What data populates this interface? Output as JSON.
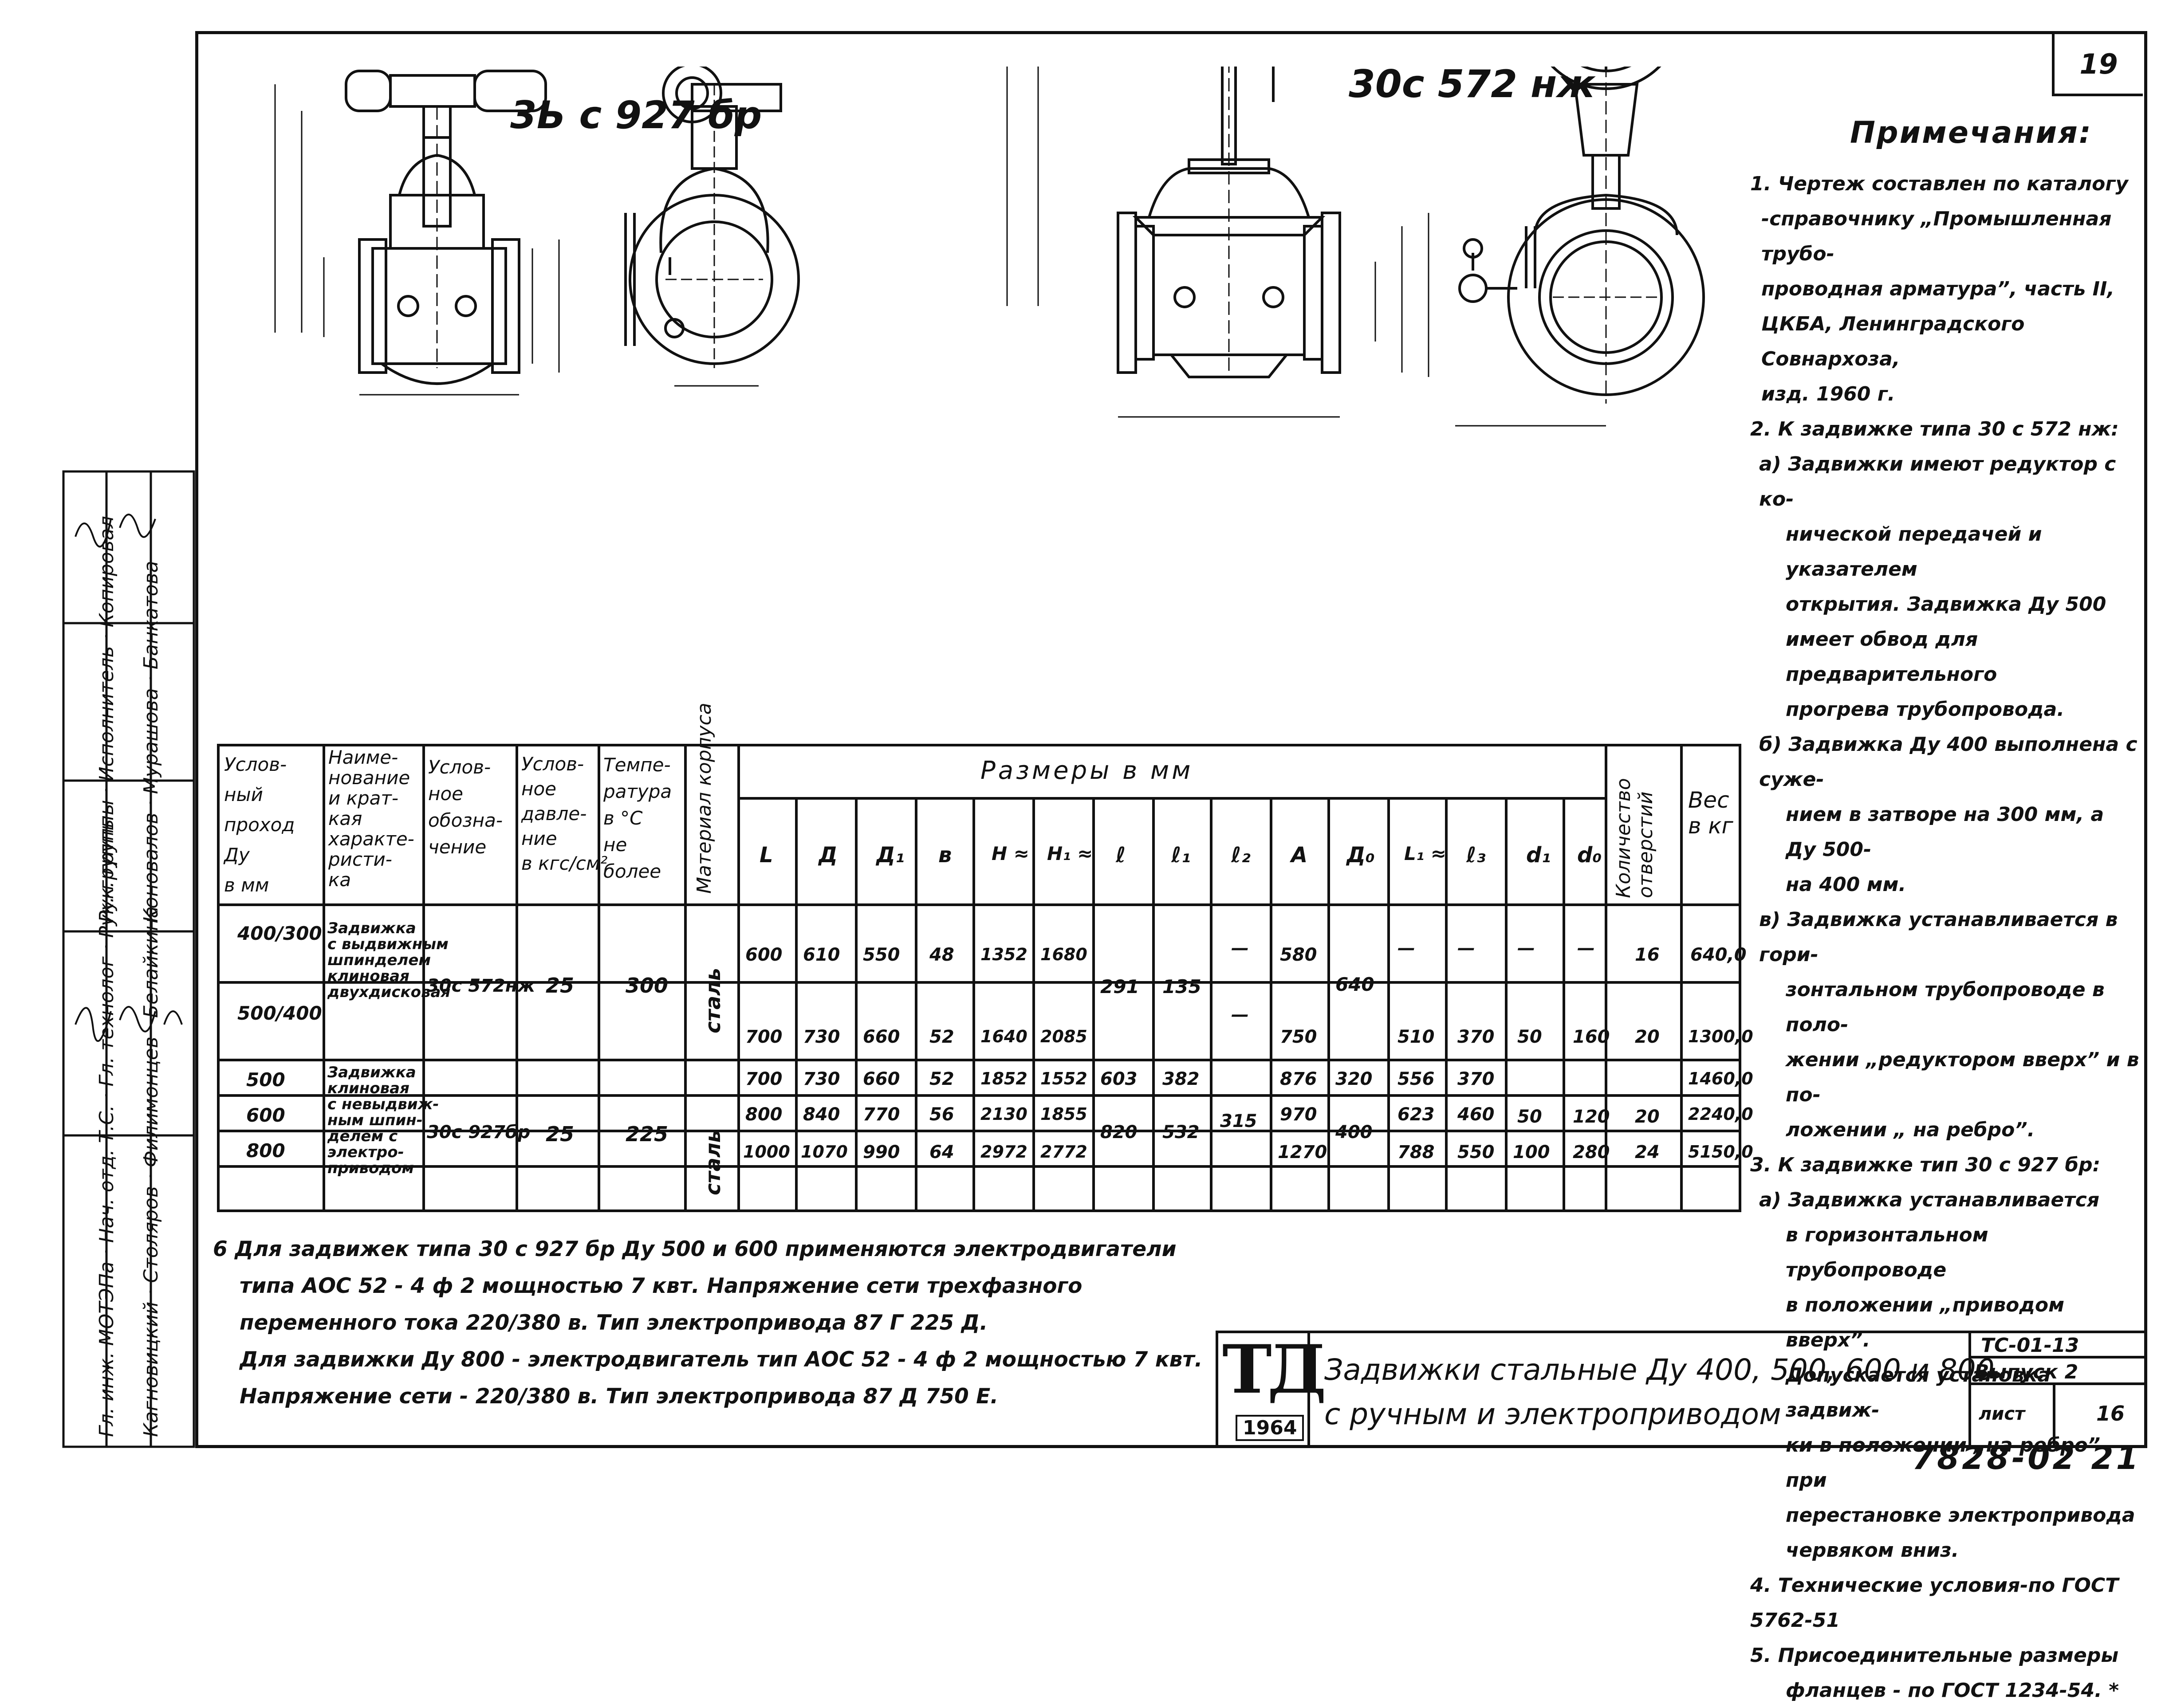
{
  "page_number": "19",
  "views": {
    "left_title": "3Ь с  927 бр",
    "right_title": "30с  572 нж"
  },
  "notes": {
    "heading": "Примечания:",
    "lines": [
      "1. Чертеж составлен по каталогу",
      "-справочнику „Промышленная трубо-",
      "проводная арматура”, часть II,",
      "ЦКБА, Ленинградского Совнархоза,",
      "изд. 1960 г.",
      "2. К задвижке типа 30 с 572 нж:",
      "а) Задвижки имеют редуктор с ко-",
      "нической передачей и указателем",
      "открытия. Задвижка Ду 500",
      "имеет обвод для предварительного",
      "прогрева трубопровода.",
      "б) Задвижка Ду 400 выполнена с суже-",
      "нием в затворе на 300 мм, а Ду 500-",
      "на 400 мм.",
      "в) Задвижка устанавливается в гори-",
      "зонтальном трубопроводе в поло-",
      "жении „редуктором вверх” и в по-",
      "ложении „ на ребро”.",
      "3. К задвижке тип 30 с 927 бр:",
      "а) Задвижка устанавливается",
      "в горизонтальном трубопроводе",
      "в положении „приводом вверх”.",
      "Допускается установка задвиж-",
      "ки в положении „на ребро” при",
      "перестановке электропривода",
      "червяком вниз.",
      "4. Технические условия-по ГОСТ 5762-51",
      "5. Присоединительные размеры",
      "фланцев - по ГОСТ 1234-54. *"
    ]
  },
  "table": {
    "headers": {
      "dy": "Услов-\nный\nпроход\nДу\nв мм",
      "name": "Наиме-\nнование\nи крат-\nкая\nхаракте-\nристи-\nка",
      "designation": "Услов-\nное\nобозна-\nчение",
      "pressure": "Услов-\nное\nдавле-\nние\nв кгс/см²",
      "temp": "Темпе-\nратура\nв °С\nне\nболее",
      "material": "Материал корпуса",
      "dims": "Размеры  в мм",
      "holes": "Количество отверстий",
      "weight": "Вес\nв кг"
    },
    "dim_cols": [
      "L",
      "Д",
      "Д₁",
      "в",
      "H ≈",
      "H₁ ≈",
      "ℓ",
      "ℓ₁",
      "ℓ₂",
      "A",
      "Д₀",
      "L₁ ≈",
      "ℓ₃",
      "d₁",
      "d₀"
    ],
    "group1": {
      "name": "Задвижка\nс выдвижным\nшпинделем\nклиновая\nдвухдисковая",
      "designation": "30с 572нж",
      "pressure": "25",
      "temp": "300",
      "material": "сталь",
      "rows": [
        {
          "dy": "400/300",
          "L": "600",
          "D": "610",
          "D1": "550",
          "b": "48",
          "H": "1352",
          "H1": "1680",
          "A": "580",
          "l2": "—",
          "L1": "—",
          "l3": "—",
          "d1": "—",
          "d0": "—",
          "holes": "16",
          "weight": "640,0"
        },
        {
          "dy": "500/400",
          "L": "700",
          "D": "730",
          "D1": "660",
          "b": "52",
          "H": "1640",
          "H1": "2085",
          "A": "750",
          "l2": "—",
          "L1": "510",
          "l3": "370",
          "d1": "50",
          "d0": "160",
          "holes": "20",
          "weight": "1300,0"
        }
      ],
      "l": "291",
      "l1": "135",
      "D0": "640"
    },
    "group2": {
      "name": "Задвижка\nклиновая\nс невыдвиж-\nным шпин-\nделем с\nэлектро-\nприводом",
      "designation": "30с 927бр",
      "pressure": "25",
      "temp": "225",
      "material": "сталь",
      "rows": [
        {
          "dy": "500",
          "L": "700",
          "D": "730",
          "D1": "660",
          "b": "52",
          "H": "1852",
          "H1": "1552",
          "A": "876",
          "L1": "556",
          "l3": "370",
          "weight": "1460,0"
        },
        {
          "dy": "600",
          "L": "800",
          "D": "840",
          "D1": "770",
          "b": "56",
          "H": "2130",
          "H1": "1855",
          "A": "970",
          "L1": "623",
          "l3": "460",
          "weight": "2240,0"
        },
        {
          "dy": "800",
          "L": "1000",
          "D": "1070",
          "D1": "990",
          "b": "64",
          "H": "2972",
          "H1": "2772",
          "A": "1270",
          "L1": "788",
          "l3": "550",
          "weight": "5150,0"
        }
      ],
      "l_500": "603",
      "l1_500": "382",
      "l_600_800": "820",
      "l1_600_800": "532",
      "l2": "315",
      "D0_500": "320",
      "D0_600_800": "400",
      "d1_500_600": "50",
      "d0_500_600": "120",
      "holes_500_600": "20",
      "d1_800": "100",
      "d0_800": "280",
      "holes_800": "24"
    }
  },
  "footnote": [
    "6  Для задвижек типа 30 с 927 бр  Ду 500 и 600  применяются электродвигатели",
    "типа АОС 52 - 4 ф 2  мощностью  7 квт. Напряжение сети трехфазного",
    "переменного тока  220/380 в. Тип электропривода 87 Г 225 Д.",
    "Для задвижки Ду 800 - электродвигатель тип АОС 52 - 4 ф 2 мощностью 7 квт.",
    "Напряжение сети - 220/380 в. Тип электропривода 87 Д 750 Е."
  ],
  "title_block": {
    "logo": "ТД",
    "year": "1964",
    "title_line1": "Задвижки стальные  Ду 400, 500, 600 и 800",
    "title_line2": "с ручным и электроприводом",
    "code": "ТС-01-13",
    "issue": "Выпуск 2",
    "sheet_label": "лист",
    "sheet_no": "16"
  },
  "archive_number": "7828-02  21",
  "side_stamp": {
    "roles": [
      "Гл. инж. МОТЭПа",
      "Нач. отд. Т.С.",
      "Гл. технолог",
      "Рук. группы",
      "Рук. группы",
      "Исполнитель",
      "Копировал"
    ],
    "names": [
      "Кагновицкий",
      "Столяров",
      "Филимонцев",
      "Белайкина",
      "Коновалов",
      "Мурашова",
      "Банкатова"
    ]
  }
}
